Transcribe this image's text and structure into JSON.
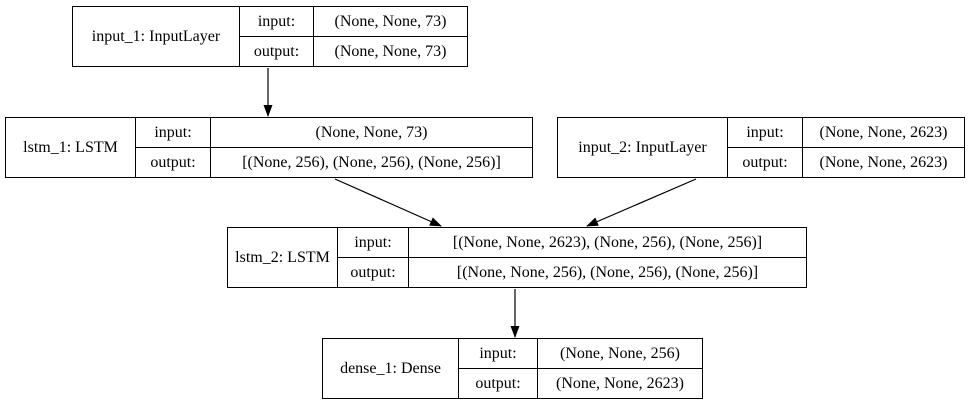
{
  "diagram": {
    "kind": "keras-model-architecture-graph",
    "background_color": "#ffffff",
    "line_color": "#000000",
    "nodes": [
      {
        "id": "input_1",
        "title": "input_1: InputLayer",
        "input_label": "input:",
        "output_label": "output:",
        "input_shape": "(None, None, 73)",
        "output_shape": "(None, None, 73)"
      },
      {
        "id": "lstm_1",
        "title": "lstm_1: LSTM",
        "input_label": "input:",
        "output_label": "output:",
        "input_shape": "(None, None, 73)",
        "output_shape": "[(None, 256), (None, 256), (None, 256)]"
      },
      {
        "id": "input_2",
        "title": "input_2: InputLayer",
        "input_label": "input:",
        "output_label": "output:",
        "input_shape": "(None, None, 2623)",
        "output_shape": "(None, None, 2623)"
      },
      {
        "id": "lstm_2",
        "title": "lstm_2: LSTM",
        "input_label": "input:",
        "output_label": "output:",
        "input_shape": "[(None, None, 2623), (None, 256), (None, 256)]",
        "output_shape": "[(None, None, 256), (None, 256), (None, 256)]"
      },
      {
        "id": "dense_1",
        "title": "dense_1: Dense",
        "input_label": "input:",
        "output_label": "output:",
        "input_shape": "(None, None, 256)",
        "output_shape": "(None, None, 2623)"
      }
    ],
    "edges": [
      {
        "from": "input_1",
        "to": "lstm_1"
      },
      {
        "from": "lstm_1",
        "to": "lstm_2"
      },
      {
        "from": "input_2",
        "to": "lstm_2"
      },
      {
        "from": "lstm_2",
        "to": "dense_1"
      }
    ]
  }
}
